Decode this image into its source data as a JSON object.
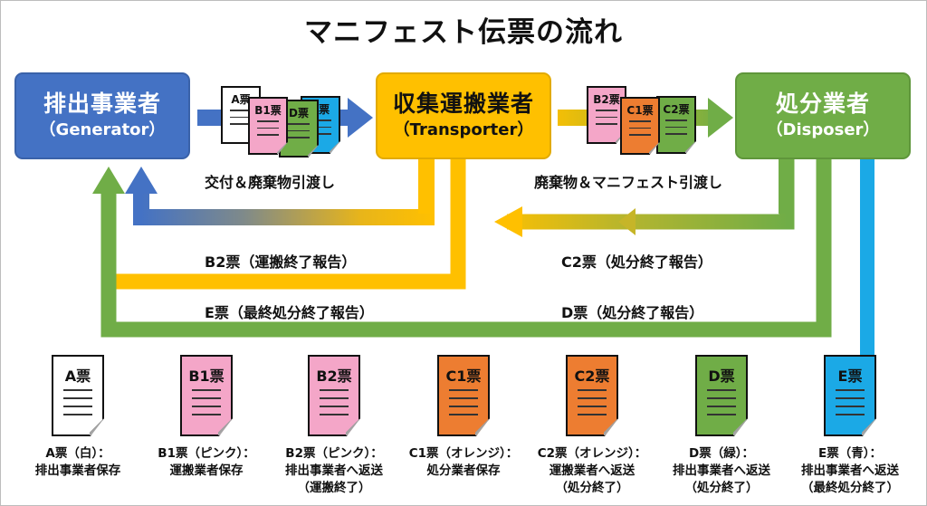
{
  "title": "マニフェスト伝票の流れ",
  "colors": {
    "generator": "#4472C4",
    "transporter": "#FFC000",
    "disposer": "#70AD47",
    "blue_slip": "#1BA9E6",
    "pink_slip": "#F4A6C8",
    "orange_slip": "#ED7D31",
    "white_slip": "#FFFFFF"
  },
  "actors": {
    "generator": {
      "jp": "排出事業者",
      "en": "（Generator）"
    },
    "transporter": {
      "jp": "収集運搬業者",
      "en": "（Transporter）"
    },
    "disposer": {
      "jp": "処分業者",
      "en": "（Disposer）"
    }
  },
  "flows": {
    "gen_to_trn": {
      "label": "交付＆廃棄物引渡し",
      "slips": [
        "A票",
        "B1票",
        "D票",
        "E票"
      ]
    },
    "trn_to_dsp": {
      "label": "廃棄物＆マニフェスト引渡し",
      "slips": [
        "B2票",
        "C1票",
        "C2票"
      ]
    },
    "b2_return": {
      "label": "B2票（運搬終了報告）"
    },
    "c2_return": {
      "label": "C2票（処分終了報告）"
    },
    "e_return": {
      "label": "E票（最終処分終了報告）"
    },
    "d_return": {
      "label": "D票（処分終了報告）"
    }
  },
  "legend": [
    {
      "slip": "A票",
      "caption": [
        "A票（白）：",
        "排出事業者保存"
      ]
    },
    {
      "slip": "B1票",
      "caption": [
        "B1票（ピンク）：",
        "運搬業者保存"
      ]
    },
    {
      "slip": "B2票",
      "caption": [
        "B2票（ピンク）：",
        "排出事業者へ返送",
        "（運搬終了）"
      ]
    },
    {
      "slip": "C1票",
      "caption": [
        "C1票（オレンジ）：",
        "処分業者保存"
      ]
    },
    {
      "slip": "C2票",
      "caption": [
        "C2票（オレンジ）：",
        "運搬業者へ返送",
        "（処分終了）"
      ]
    },
    {
      "slip": "D票",
      "caption": [
        "D票（緑）：",
        "排出事業者へ返送",
        "（処分終了）"
      ]
    },
    {
      "slip": "E票",
      "caption": [
        "E票（青）：",
        "排出事業者へ返送",
        "（最終処分終了）"
      ]
    }
  ]
}
